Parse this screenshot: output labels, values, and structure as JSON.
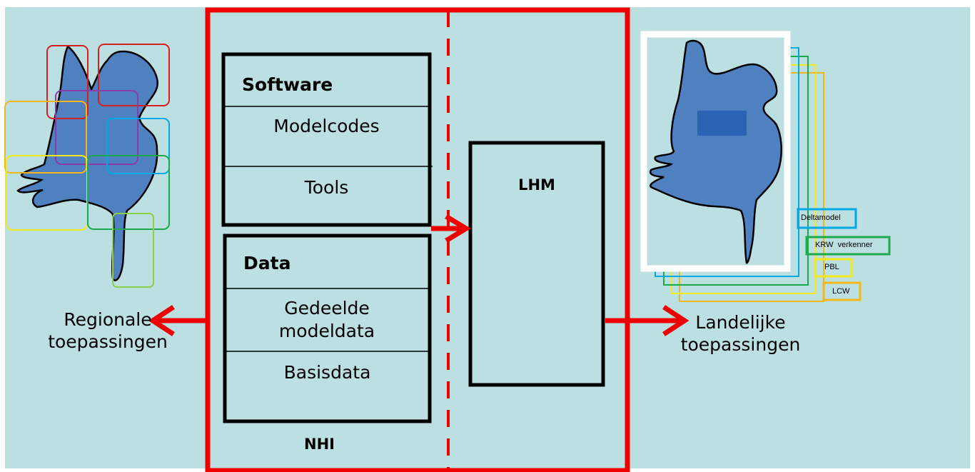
{
  "frame": {
    "title": "NHI"
  },
  "software": {
    "title": "Software",
    "items": [
      "Modelcodes",
      "Tools"
    ]
  },
  "data": {
    "title": "Data",
    "items": [
      "Gedeelde modeldata",
      "Basisdata"
    ]
  },
  "lhm": {
    "title": "LHM"
  },
  "regional": {
    "label": "Regionale toepassingen"
  },
  "national": {
    "label": "Landelijke toepassingen",
    "models": [
      {
        "name": "Deltamodel",
        "color": "#00a8e6"
      },
      {
        "name": "KRW  verkenner",
        "color": "#1cab4a"
      },
      {
        "name": "PBL",
        "color": "#f2ea1a"
      },
      {
        "name": "LCW",
        "color": "#f2b81a"
      }
    ]
  },
  "colors": {
    "background": "#bcdfe1",
    "frame": "#ee0000",
    "map_fill": "#4f80bf"
  }
}
